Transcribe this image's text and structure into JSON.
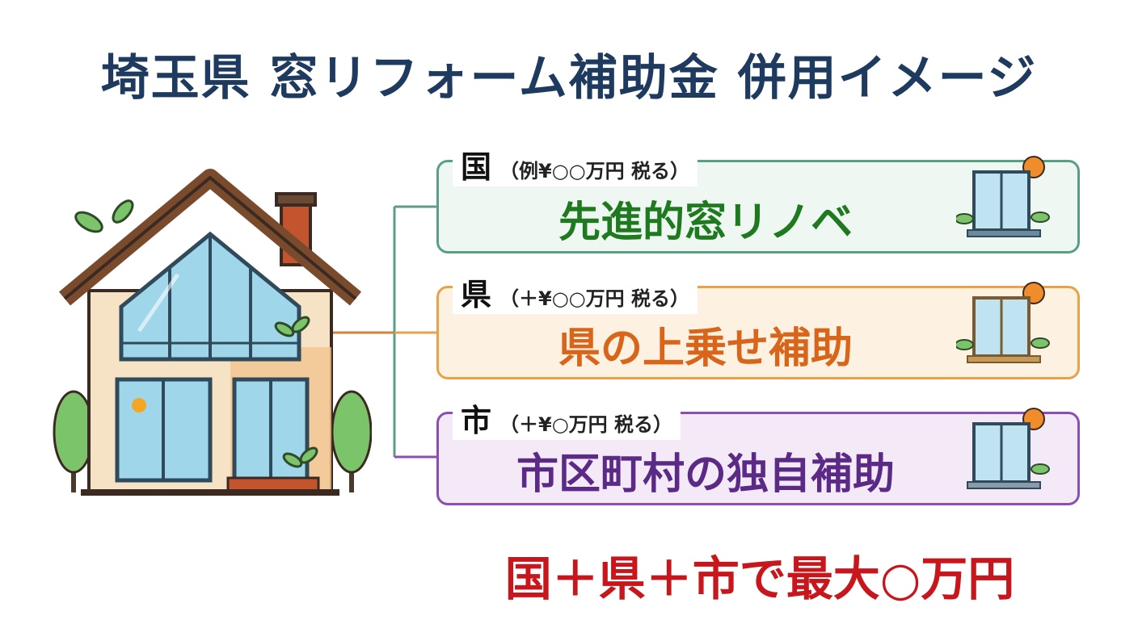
{
  "title": "埼玉県 窓リフォーム補助金 併用イメージ",
  "levels": [
    {
      "key": "国",
      "detail": "（例¥○○万円 税る）",
      "program": "先進的窓リノベ",
      "color": "#1f7a1f",
      "border": "#5a9e88",
      "fill": "#eef7f1"
    },
    {
      "key": "県",
      "detail": "（＋¥○○万円 税る）",
      "program": "県の上乗せ補助",
      "color": "#d9651a",
      "border": "#e8a24a",
      "fill": "#fdf1e2"
    },
    {
      "key": "市",
      "detail": "（＋¥○万円 税る）",
      "program": "市区町村の独自補助",
      "color": "#5b2a86",
      "border": "#8a4fb0",
      "fill": "#f4eaf7"
    }
  ],
  "footer": "国＋県＋市で最大○万円",
  "colors": {
    "title": "#1e3a5f",
    "footer": "#c8161d",
    "connector": "#d9803a"
  },
  "icons": [
    "house-icon",
    "window-icon",
    "sun-icon",
    "leaf-icon"
  ]
}
